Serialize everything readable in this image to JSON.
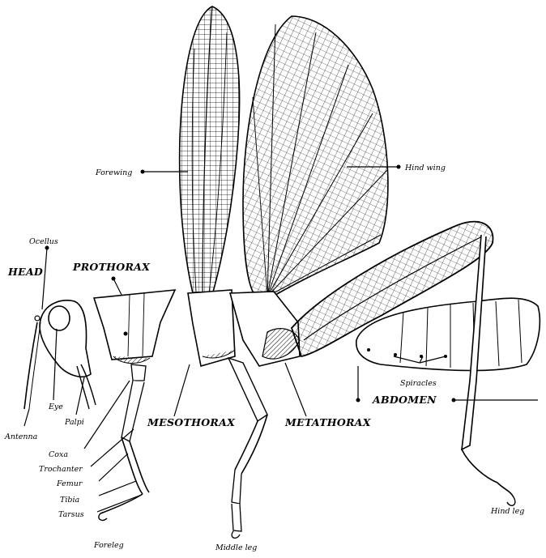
{
  "labels": {
    "forewing": "Forewing",
    "hind_wing": "Hind wing",
    "ocellus": "Ocellus",
    "head": "HEAD",
    "prothorax": "PROTHORAX",
    "eye": "Eye",
    "palpi": "Palpi",
    "antenna": "Antenna",
    "mesothorax": "MESOTHORAX",
    "metathorax": "METATHORAX",
    "abdomen": "ABDOMEN",
    "spiracles": "Spiracles",
    "coxa": "Coxa",
    "trochanter": "Trochanter",
    "femur": "Femur",
    "tibia": "Tibia",
    "tarsus": "Tarsus",
    "foreleg": "Foreleg",
    "middle_leg": "Middle leg",
    "hind_leg": "Hind leg"
  }
}
